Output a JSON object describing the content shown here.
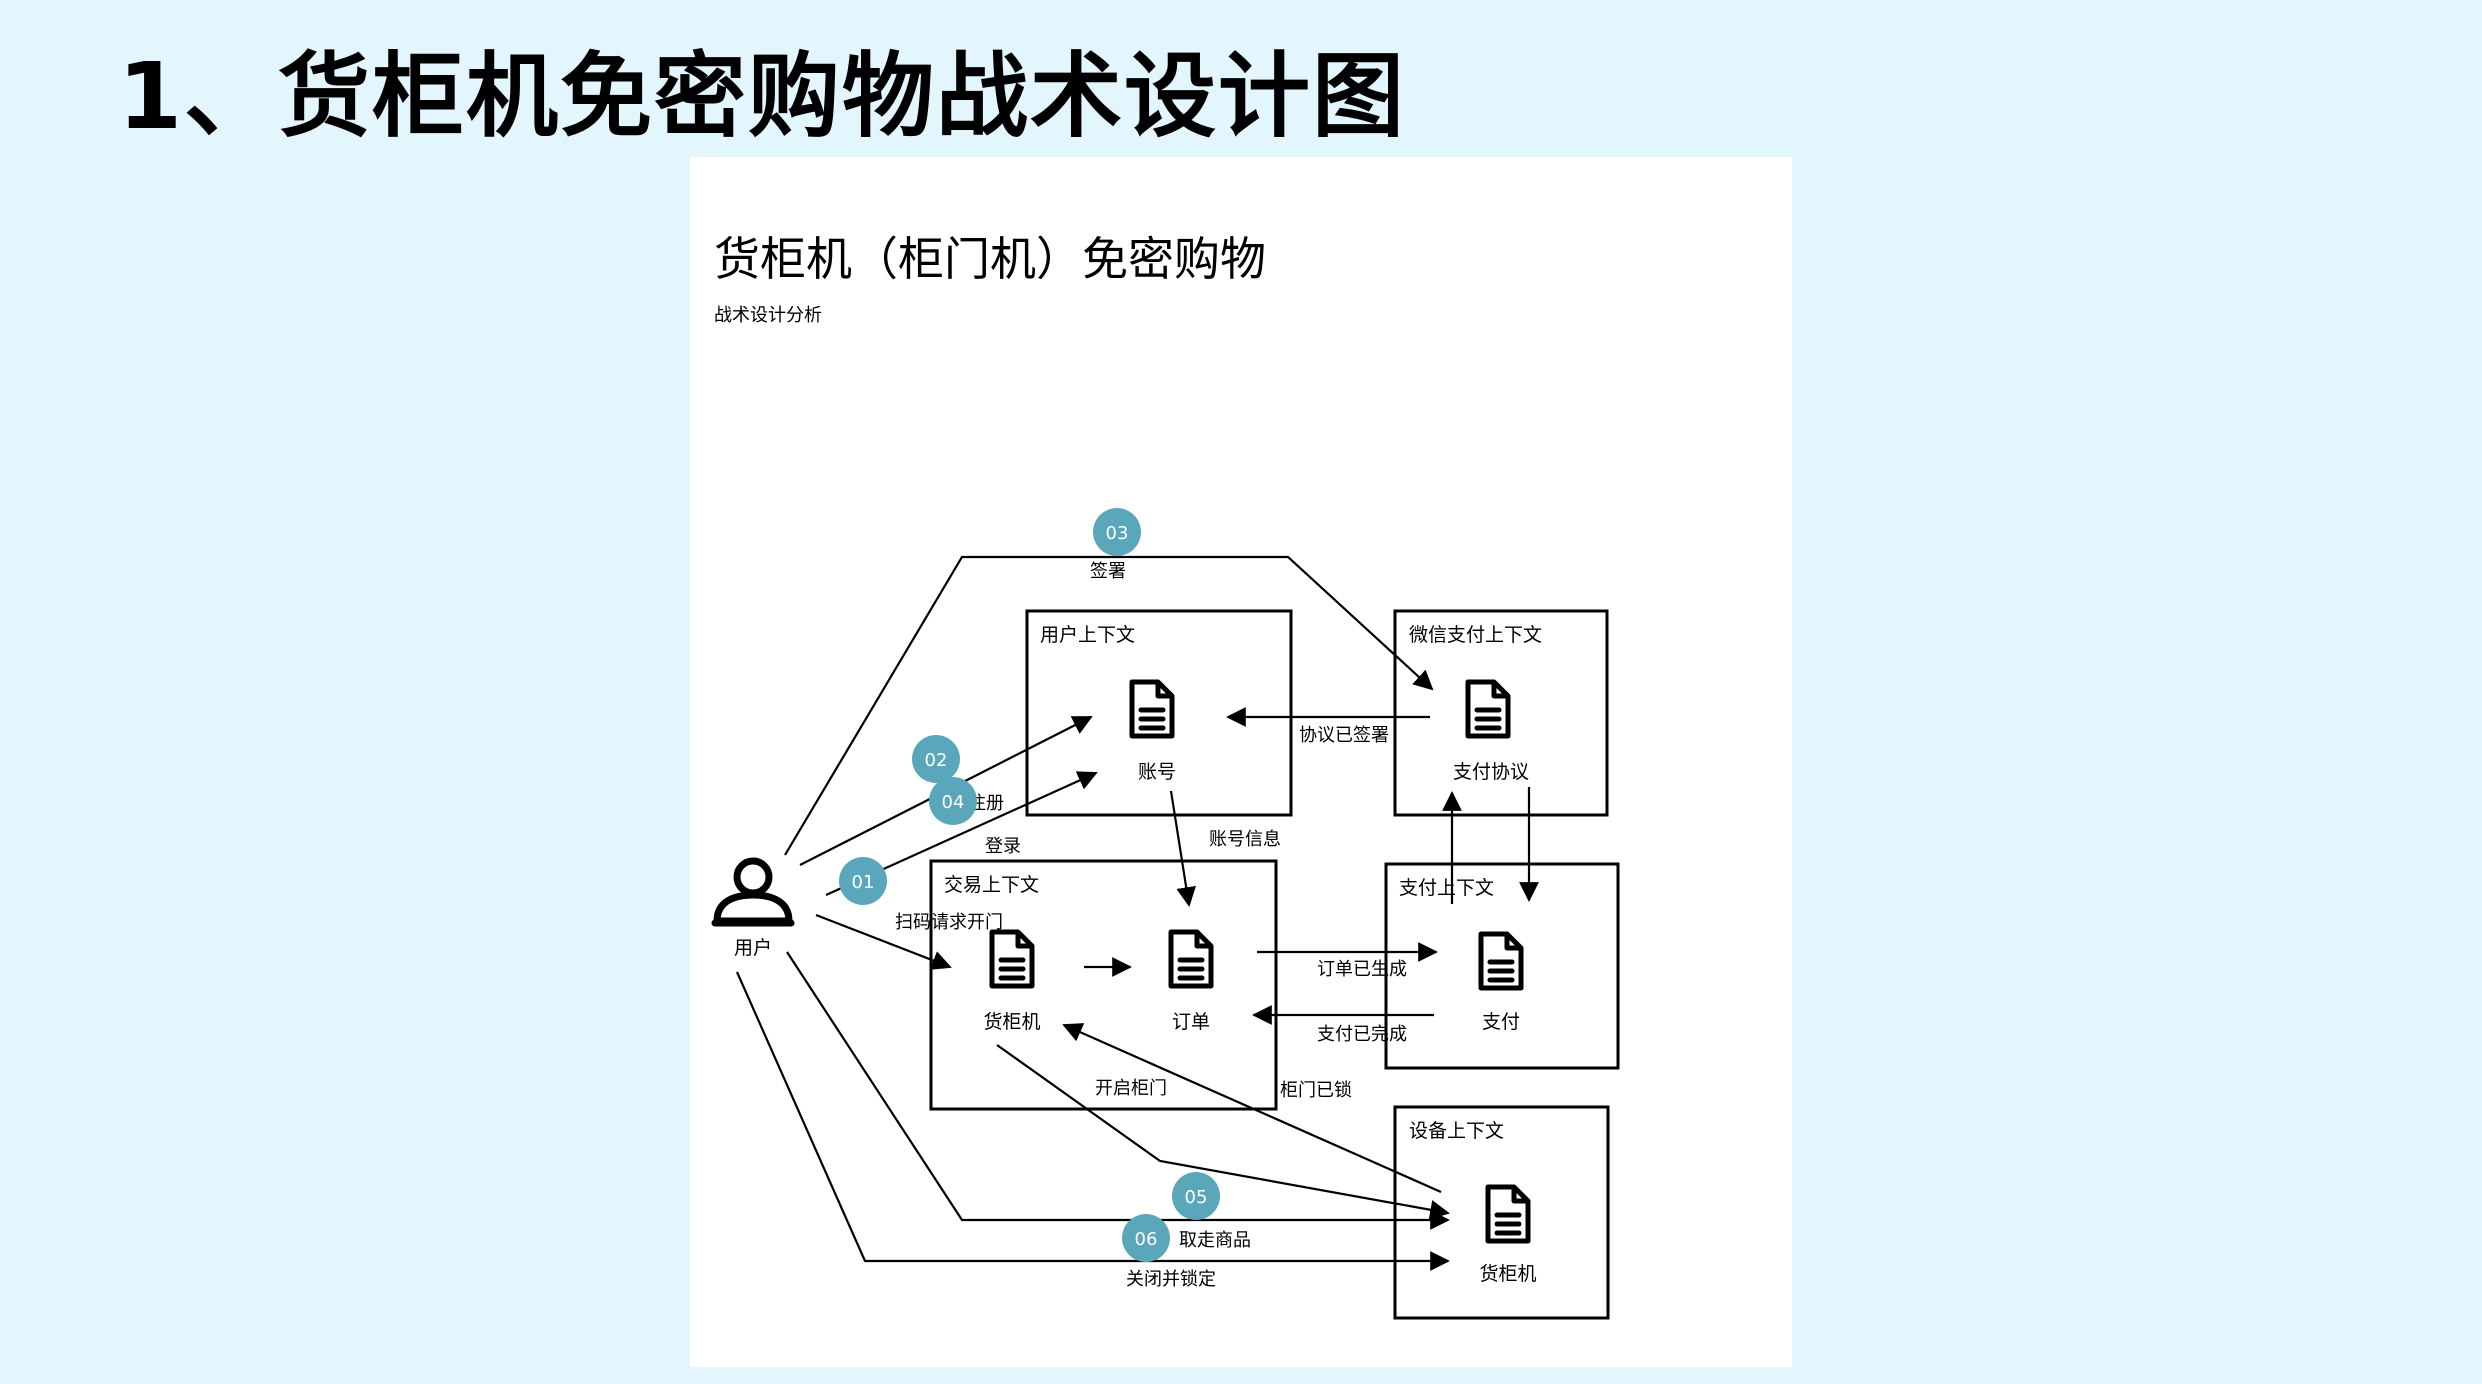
{
  "slide": {
    "title": "1、货柜机免密购物战术设计图"
  },
  "diagram": {
    "title": "货柜机（柜门机）免密购物",
    "subtitle": "战术设计分析",
    "actor": {
      "label": "用户",
      "icon": "user-icon"
    },
    "contexts": {
      "user": {
        "title": "用户上下文",
        "entity": "账号"
      },
      "wechat": {
        "title": "微信支付上下文",
        "entity": "支付协议"
      },
      "trade": {
        "title": "交易上下文",
        "entities": [
          "货柜机",
          "订单"
        ]
      },
      "payment": {
        "title": "支付上下文",
        "entity": "支付"
      },
      "device": {
        "title": "设备上下文",
        "entity": "货柜机"
      }
    },
    "steps": [
      "03",
      "02",
      "04",
      "01",
      "05",
      "06"
    ],
    "labels": {
      "sign": "签署",
      "register": "注册",
      "login": "登录",
      "scan_open": "扫码请求开门",
      "agreement_signed": "协议已签署",
      "account_info": "账号信息",
      "order_created": "订单已生成",
      "payment_done": "支付已完成",
      "open_door": "开启柜门",
      "door_locked": "柜门已锁",
      "take_goods": "取走商品",
      "close_lock": "关闭并锁定"
    },
    "colors": {
      "step_badge": "#5aa6bb",
      "stroke": "#000000",
      "background": "#e3f5fd"
    },
    "icon_name": "document-icon"
  }
}
